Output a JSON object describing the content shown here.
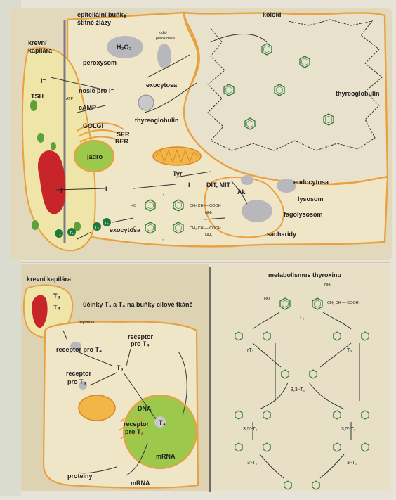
{
  "top": {
    "epithelial_cells": "epiteliální buňky",
    "thyroid": "štítné žlázy",
    "capillary_1": "krevní",
    "capillary_2": "kapilára",
    "koloid": "koloid",
    "iodide_peroxidase_1": "jodid",
    "iodide_peroxidase_2": "peroxidasa",
    "h2o2": "H₂O₂",
    "peroxisome": "peroxysom",
    "tsh": "TSH",
    "atp": "ATP",
    "carrier": "nosič pro I⁻",
    "camp": "cAMP",
    "exocytosis": "exocytosa",
    "thyreoglobulin_small": "thyreoglobulin",
    "golgi": "GOLGI",
    "ser": "SER",
    "rer": "RER",
    "nucleus": "jádro",
    "thyreoglobulin_big": "thyreoglobulin",
    "tyr": "Tyr",
    "dit_mit": "DIT, MIT",
    "ak": "Ak",
    "endocytosis": "endocytosa",
    "lysosome": "lysosom",
    "phagolysosome": "fagolysosom",
    "saccharides": "sacharidy",
    "exocytosis_2": "exocytosa",
    "iodide": "I⁻",
    "t4": "T₄",
    "t3": "T₃",
    "ho": "HO",
    "cooh": "CH₂ CH — COOH",
    "nh2": "NH₂"
  },
  "bottom_left": {
    "capillary": "krevní kapilára",
    "effects": "účinky T₃ a T₄ na buňky cílové tkáně",
    "deiodase": "dejodasa",
    "receptor_t4_a": "receptor pro T₄",
    "receptor_t4_b": "receptor",
    "receptor_t4_b2": "pro T₄",
    "receptor_t3_a": "receptor",
    "receptor_t3_a2": "pro T₃",
    "receptor_t3_b": "receptor",
    "receptor_t3_b2": "pro T₃",
    "dna": "DNA",
    "mrna_1": "mRNA",
    "mrna_2": "mRNA",
    "proteins": "proteiny",
    "t3": "T₃",
    "t4": "T₄"
  },
  "bottom_right": {
    "title": "metabolismus thyroxinu",
    "t4": "T₄",
    "rt3": "rT₃",
    "t3": "T₃",
    "t2_33": "3,3'-T₂",
    "t2_35": "3,5'-T₂",
    "t2_35b": "3,5'-T₂",
    "t1_3a": "3'-T₁",
    "t1_3b": "3'-T₁",
    "nh2": "NH₂",
    "chain": "CH₂ CH — COOH",
    "ho": "HO"
  },
  "colors": {
    "cell_fill": "#eee5c3",
    "membrane": "#e9a040",
    "nucleus": "#9cc94b",
    "rbc": "#c8252b",
    "capillary_fill": "#efe5a8",
    "t_badge": "#1f7a3a",
    "lysosome": "#b8b8bc",
    "paper": "#e9e4d8"
  }
}
